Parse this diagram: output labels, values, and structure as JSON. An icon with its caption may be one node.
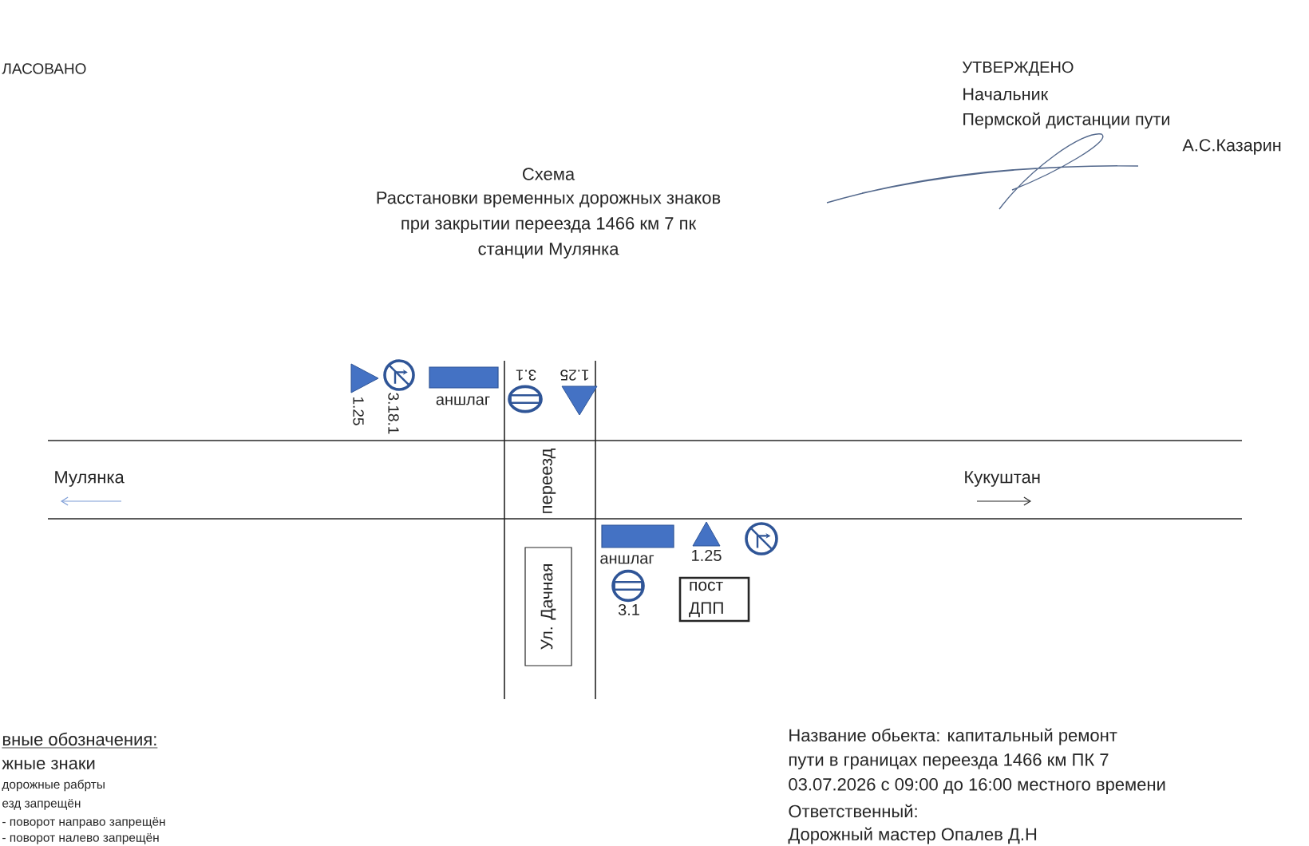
{
  "diagram": {
    "title": "Схема",
    "nodes": [
      {
        "text": [
          "Ул. Дачная"
        ]
      },
      {
        "text": [
          "пост ДПП"
        ]
      }
    ],
    "labels": [
      "ЛАСОВАНО",
      "УТВЕРЖДЕНО",
      "Начальник",
      "Пермской дистанции пути",
      "А.С.Казарин",
      "Расстановки временных дорожных знаков",
      "при закрытии переезда 1466 км 7 пк",
      "станции Мулянка",
      "1.25",
      "3.18.1",
      "аншлаг",
      "3.1",
      "1.25",
      "Мулянка",
      "переезд",
      "Кукуштан",
      "аншлаг",
      "1.25",
      "3.1",
      "вные обозначения:",
      "жные знаки",
      "дорожные рабрты",
      "езд запрещён",
      "- поворот направо запрещён",
      "- поворот налево запрещён",
      "Название обьекта: капитальный ремонт",
      "пути в границах переезда 1466 км ПК 7",
      "03.07.2026 с 09:00 до 16:00 местного времени",
      "Ответственный:",
      "Дорожный мастер Опалев Д.Н"
    ]
  }
}
